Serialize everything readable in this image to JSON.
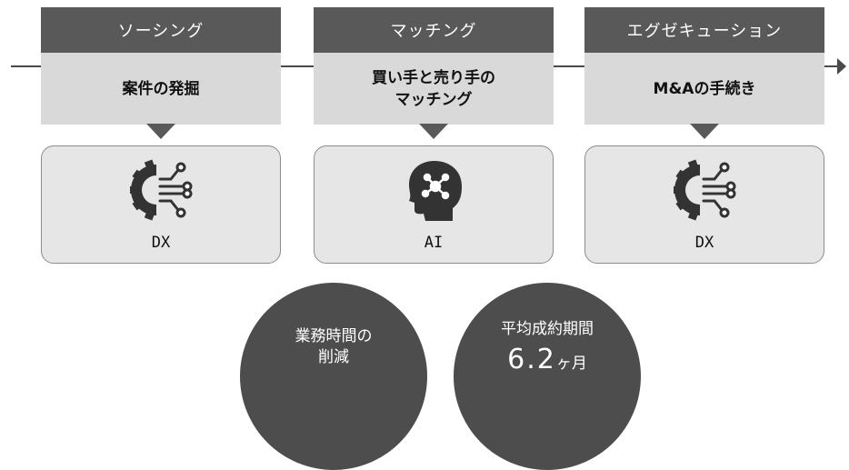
{
  "stages": [
    {
      "header": "ソーシング",
      "description": "案件の発掘",
      "icon": "gear-circuit-icon",
      "label": "DX"
    },
    {
      "header": "マッチング",
      "description": "買い手と売り手の\nマッチング",
      "icon": "ai-head-icon",
      "label": "AI"
    },
    {
      "header": "エグゼキューション",
      "description": "M&Aの手続き",
      "icon": "gear-circuit-icon",
      "label": "DX"
    }
  ],
  "outcomes": {
    "efficiency": "業務時間の\n削減",
    "period_title": "平均成約期間",
    "period_value": "6.2",
    "period_unit": "ヶ月"
  },
  "colors": {
    "header_bg": "#595959",
    "desc_bg": "#d9d9d9",
    "card_bg": "#e6e6e6",
    "circle_bg": "#4d4d4d"
  }
}
